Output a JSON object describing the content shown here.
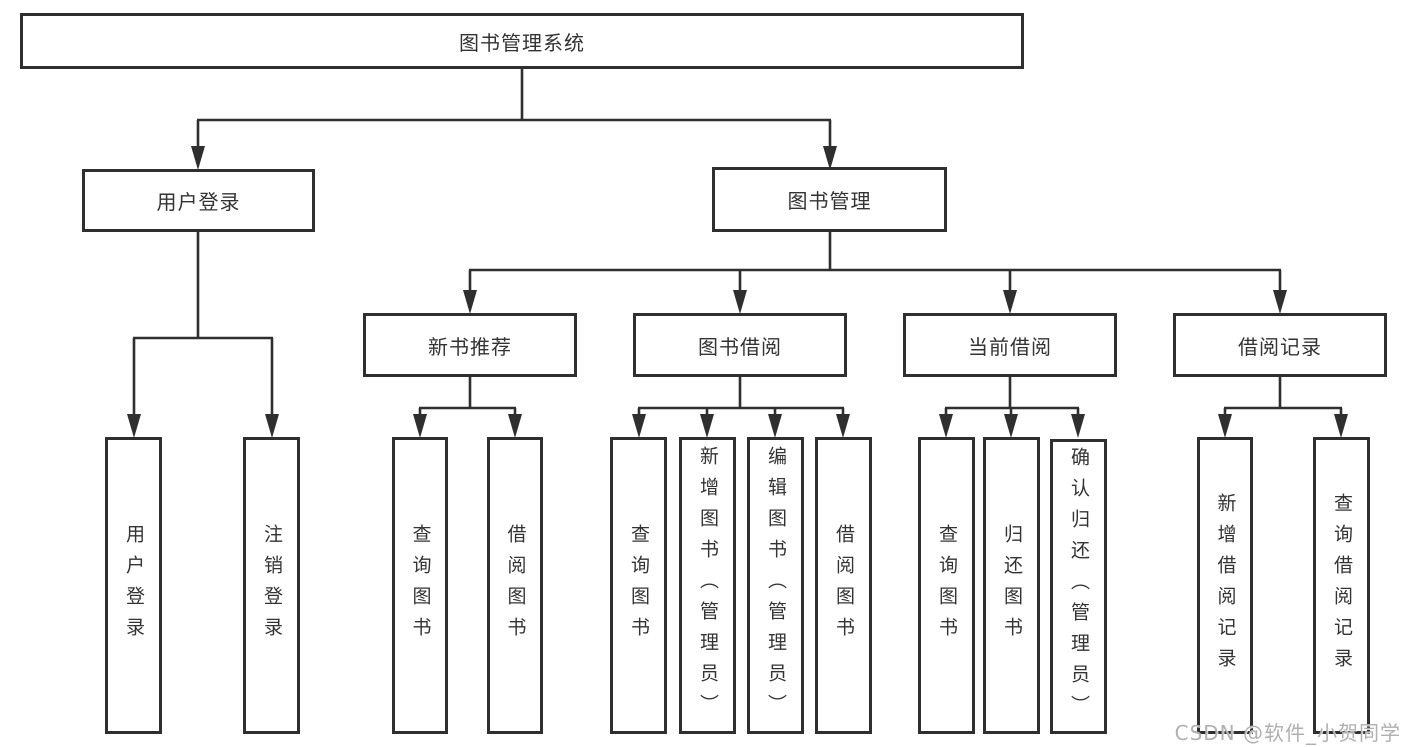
{
  "diagram": {
    "title": "图书管理系统",
    "level2": [
      {
        "label": "用户登录"
      },
      {
        "label": "图书管理"
      }
    ],
    "level3": [
      {
        "label": "新书推荐"
      },
      {
        "label": "图书借阅"
      },
      {
        "label": "当前借阅"
      },
      {
        "label": "借阅记录"
      }
    ],
    "leaves": [
      {
        "label": "用户登录"
      },
      {
        "label": "注销登录"
      },
      {
        "label": "查询图书"
      },
      {
        "label": "借阅图书"
      },
      {
        "label": "查询图书"
      },
      {
        "label": "新增图书（管理员）"
      },
      {
        "label": "编辑图书（管理员）"
      },
      {
        "label": "借阅图书"
      },
      {
        "label": "查询图书"
      },
      {
        "label": "归还图书"
      },
      {
        "label": "确认归还（管理员）"
      },
      {
        "label": "新增借阅记录"
      },
      {
        "label": "查询借阅记录"
      }
    ]
  },
  "watermark": "CSDN @软件_小贺同学",
  "colors": {
    "line": "#2f2f2f",
    "text": "#333333",
    "watermark": "#b0b0b0",
    "background": "#ffffff"
  }
}
